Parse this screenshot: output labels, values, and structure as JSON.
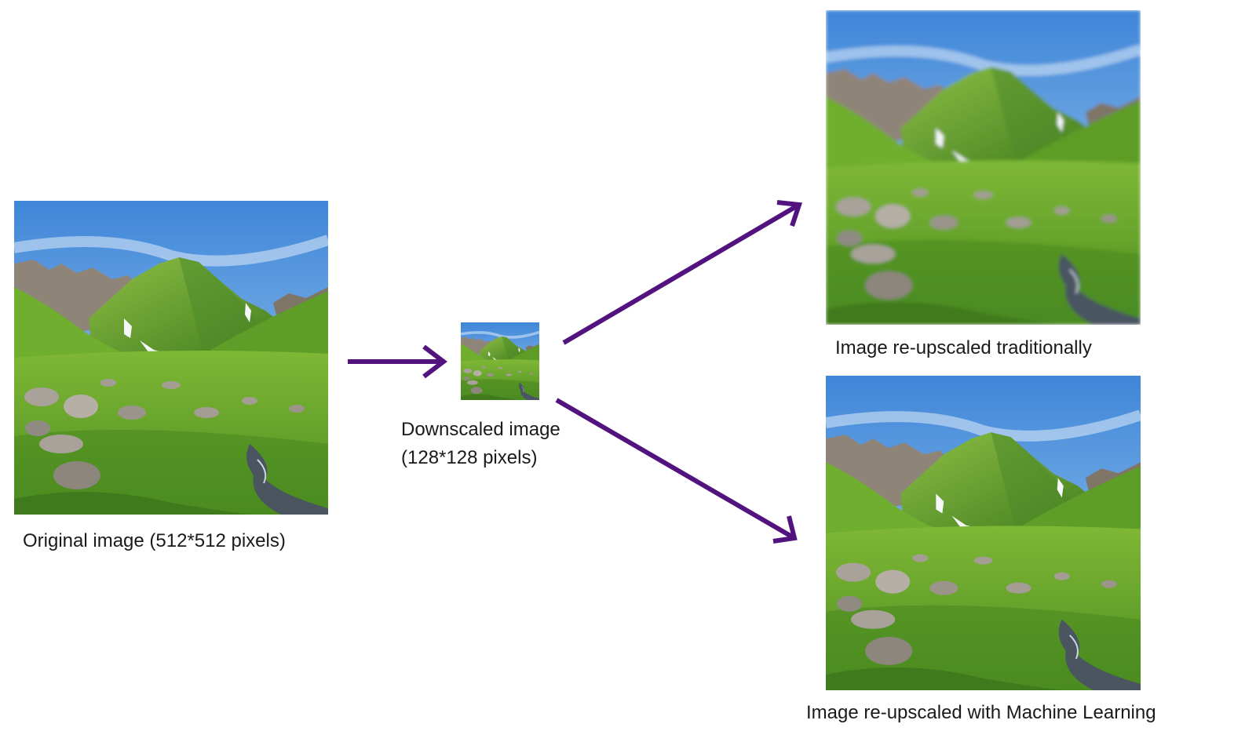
{
  "colors": {
    "arrow": "#52137f",
    "sky_top": "#3f86d8",
    "sky_bottom": "#a9d3f2",
    "grass_light": "#8cc83a",
    "grass_dark": "#3f7a1c",
    "mountain_shadow": "#4e8a2a",
    "rock": "#a8a29a",
    "snow": "#f4f6f8",
    "stream": "#4a5560"
  },
  "icons": {
    "flow_arrow": "arrow-right-icon"
  },
  "captions": {
    "original": "Original image (512*512 pixels)",
    "downscaled_line1": "Downscaled image",
    "downscaled_line2": "(128*128 pixels)",
    "traditional": "Image re-upscaled traditionally",
    "machine_learning": "Image re-upscaled with Machine Learning"
  }
}
